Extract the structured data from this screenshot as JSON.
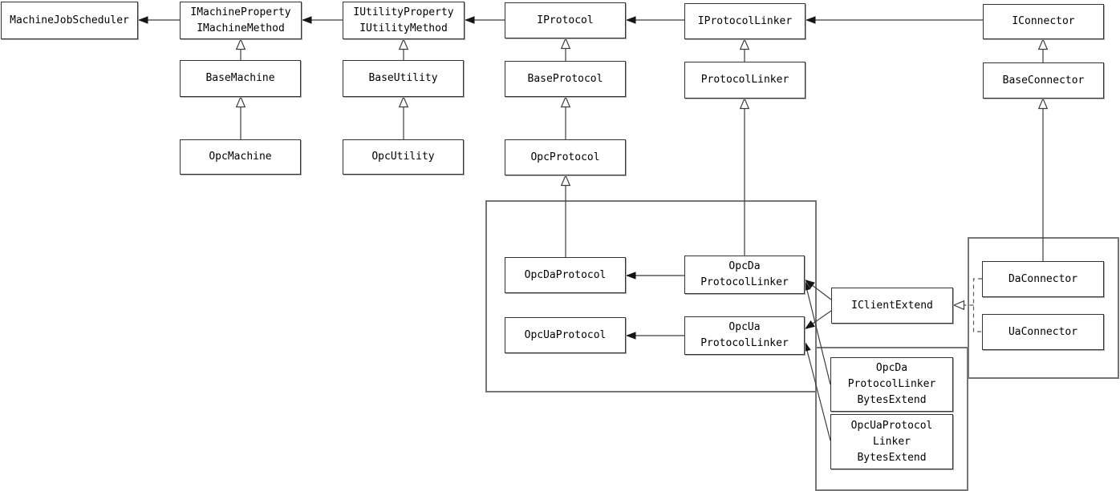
{
  "diagram": {
    "type": "uml-class-diagram",
    "background_color": "#ffffff",
    "line_color": "#3d3d3d",
    "box_border_color": "#343434",
    "group_border_color": "#757575",
    "nodes": {
      "machine_job_scheduler": {
        "label": "MachineJobScheduler"
      },
      "i_machine": {
        "label": "IMachineProperty\nIMachineMethod"
      },
      "i_utility": {
        "label": "IUtilityProperty\nIUtilityMethod"
      },
      "i_protocol": {
        "label": "IProtocol"
      },
      "i_protocol_linker": {
        "label": "IProtocolLinker"
      },
      "i_connector": {
        "label": "IConnector"
      },
      "base_machine": {
        "label": "BaseMachine"
      },
      "base_utility": {
        "label": "BaseUtility"
      },
      "base_protocol": {
        "label": "BaseProtocol"
      },
      "protocol_linker": {
        "label": "ProtocolLinker"
      },
      "base_connector": {
        "label": "BaseConnector"
      },
      "opc_machine": {
        "label": "OpcMachine"
      },
      "opc_utility": {
        "label": "OpcUtility"
      },
      "opc_protocol": {
        "label": "OpcProtocol"
      },
      "opc_da_protocol": {
        "label": "OpcDaProtocol"
      },
      "opc_ua_protocol": {
        "label": "OpcUaProtocol"
      },
      "opc_da_protocol_linker": {
        "label": "OpcDa\nProtocolLinker"
      },
      "opc_ua_protocol_linker": {
        "label": "OpcUa\nProtocolLinker"
      },
      "i_client_extend": {
        "label": "IClientExtend"
      },
      "da_connector": {
        "label": "DaConnector"
      },
      "ua_connector": {
        "label": "UaConnector"
      },
      "opc_da_protocol_linker_bytes_extend": {
        "label": "OpcDa\nProtocolLinker\nBytesExtend"
      },
      "opc_ua_protocol_linker_bytes_extend": {
        "label": "OpcUaProtocol\nLinker\nBytesExtend"
      }
    },
    "edges": [
      {
        "from": "IMachineProperty IMachineMethod",
        "to": "MachineJobScheduler",
        "style": "solid-filled-arrow"
      },
      {
        "from": "IUtilityProperty IUtilityMethod",
        "to": "IMachineProperty IMachineMethod",
        "style": "solid-filled-arrow"
      },
      {
        "from": "IProtocol",
        "to": "IUtilityProperty IUtilityMethod",
        "style": "solid-filled-arrow"
      },
      {
        "from": "IProtocolLinker",
        "to": "IProtocol",
        "style": "solid-filled-arrow"
      },
      {
        "from": "IConnector",
        "to": "IProtocolLinker",
        "style": "solid-filled-arrow"
      },
      {
        "from": "BaseMachine",
        "to": "IMachineProperty IMachineMethod",
        "style": "hollow-triangle-inheritance"
      },
      {
        "from": "OpcMachine",
        "to": "BaseMachine",
        "style": "hollow-triangle-inheritance"
      },
      {
        "from": "BaseUtility",
        "to": "IUtilityProperty IUtilityMethod",
        "style": "hollow-triangle-inheritance"
      },
      {
        "from": "OpcUtility",
        "to": "BaseUtility",
        "style": "hollow-triangle-inheritance"
      },
      {
        "from": "BaseProtocol",
        "to": "IProtocol",
        "style": "hollow-triangle-inheritance"
      },
      {
        "from": "OpcProtocol",
        "to": "BaseProtocol",
        "style": "hollow-triangle-inheritance"
      },
      {
        "from": "OpcDaProtocol",
        "to": "OpcProtocol",
        "style": "hollow-triangle-inheritance"
      },
      {
        "from": "ProtocolLinker",
        "to": "IProtocolLinker",
        "style": "hollow-triangle-inheritance"
      },
      {
        "from": "OpcDaProtocolLinker",
        "to": "ProtocolLinker",
        "style": "hollow-triangle-inheritance"
      },
      {
        "from": "BaseConnector",
        "to": "IConnector",
        "style": "hollow-triangle-inheritance"
      },
      {
        "from": "DaConnector",
        "to": "BaseConnector",
        "style": "hollow-triangle-inheritance"
      },
      {
        "from": "OpcDaProtocolLinker",
        "to": "OpcDaProtocol",
        "style": "solid-filled-arrow"
      },
      {
        "from": "OpcUaProtocolLinker",
        "to": "OpcUaProtocol",
        "style": "solid-filled-arrow"
      },
      {
        "from": "IClientExtend",
        "to": "OpcDaProtocolLinker",
        "style": "solid-filled-arrow"
      },
      {
        "from": "IClientExtend",
        "to": "OpcUaProtocolLinker",
        "style": "solid-filled-arrow"
      },
      {
        "from": "OpcDaProtocolLinkerBytesExtend",
        "to": "OpcDaProtocolLinker",
        "style": "solid-filled-arrow"
      },
      {
        "from": "OpcUaProtocolLinkerBytesExtend",
        "to": "OpcUaProtocolLinker",
        "style": "solid-filled-arrow"
      },
      {
        "from": "DaConnector",
        "to": "IClientExtend",
        "style": "dashed-hollow-triangle-realization"
      },
      {
        "from": "UaConnector",
        "to": "IClientExtend",
        "style": "dashed-hollow-triangle-realization"
      }
    ]
  }
}
